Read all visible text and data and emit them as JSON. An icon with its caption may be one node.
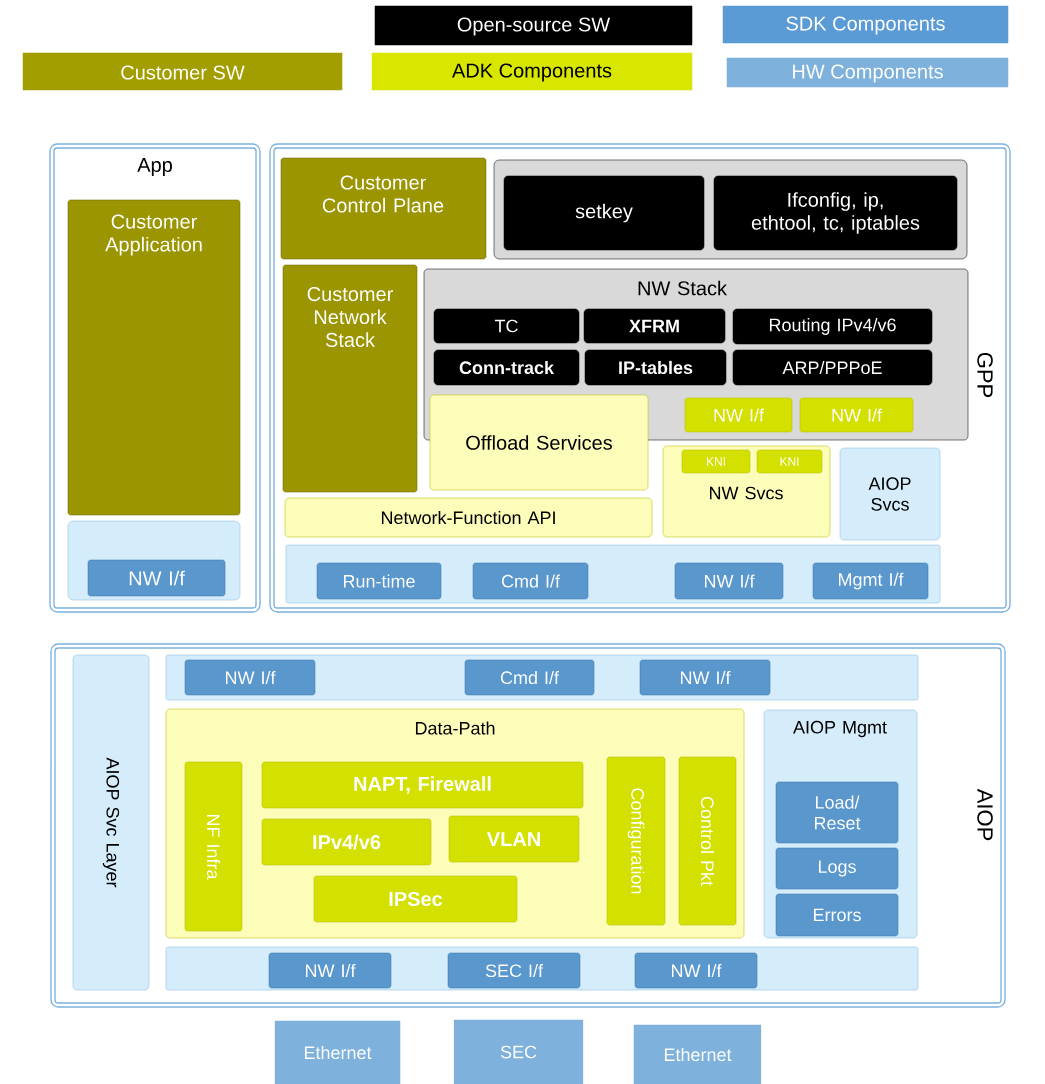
{
  "diagram": {
    "nodes": [
      {
        "text": [
          "App"
        ]
      },
      {
        "text": [
          "Customer Application"
        ],
        "in": 0
      },
      {
        "text": [],
        "shape": "box",
        "in": 0
      },
      {
        "text": [
          "NW I/f"
        ],
        "in": 2
      },
      {
        "text": [
          "GPP"
        ]
      },
      {
        "text": [
          "Customer Control Plane"
        ],
        "in": 4
      },
      {
        "text": [],
        "shape": "box",
        "in": 4
      },
      {
        "text": [
          "setkey"
        ],
        "in": 6
      },
      {
        "text": [
          "Ifconfig, ip, ethtool, tc, iptables"
        ],
        "in": 6
      },
      {
        "text": [
          "Customer Network Stack"
        ],
        "in": 4
      },
      {
        "text": [
          "NW Stack"
        ],
        "in": 4
      },
      {
        "text": [
          "TC"
        ],
        "in": 10
      },
      {
        "text": [
          "XFRM"
        ],
        "in": 10
      },
      {
        "text": [
          "Routing IPv4/v6"
        ],
        "in": 10
      },
      {
        "text": [
          "Conn-track"
        ],
        "in": 10
      },
      {
        "text": [
          "IP-tables"
        ],
        "in": 10
      },
      {
        "text": [
          "ARP/PPPoE"
        ],
        "in": 10
      },
      {
        "text": [
          "Offload Services"
        ],
        "in": 4
      },
      {
        "text": [
          "NW I/f"
        ],
        "in": 10
      },
      {
        "text": [
          "NW I/f"
        ],
        "in": 10
      },
      {
        "text": [
          "Network-Function API"
        ],
        "in": 4
      },
      {
        "text": [
          "NW Svcs"
        ],
        "in": 4
      },
      {
        "text": [
          "KNI"
        ],
        "in": 21
      },
      {
        "text": [
          "KNI"
        ],
        "in": 21
      },
      {
        "text": [
          "AIOP Svcs"
        ],
        "in": 4
      },
      {
        "text": [],
        "shape": "bar",
        "in": 4
      },
      {
        "text": [
          "Run-time"
        ],
        "in": 25
      },
      {
        "text": [
          "Cmd I/f"
        ],
        "in": 25
      },
      {
        "text": [
          "NW I/f"
        ],
        "in": 25
      },
      {
        "text": [
          "Mgmt I/f"
        ],
        "in": 25
      },
      {
        "text": [
          "AIOP"
        ]
      },
      {
        "text": [
          "AIOP Svc Layer"
        ],
        "in": 30
      },
      {
        "text": [],
        "shape": "bar",
        "in": 30
      },
      {
        "text": [
          "NW I/f"
        ],
        "in": 32
      },
      {
        "text": [
          "Cmd I/f"
        ],
        "in": 32
      },
      {
        "text": [
          "NW I/f"
        ],
        "in": 32
      },
      {
        "text": [
          "Data-Path"
        ],
        "in": 30
      },
      {
        "text": [
          "NF Infra"
        ],
        "in": 36
      },
      {
        "text": [
          "NAPT, Firewall"
        ],
        "in": 36
      },
      {
        "text": [
          "IPv4/v6"
        ],
        "in": 36
      },
      {
        "text": [
          "VLAN"
        ],
        "in": 36
      },
      {
        "text": [
          "IPSec"
        ],
        "in": 36
      },
      {
        "text": [
          "Configuration"
        ],
        "in": 36
      },
      {
        "text": [
          "Control Pkt"
        ],
        "in": 36
      },
      {
        "text": [
          "AIOP Mgmt"
        ],
        "in": 30
      },
      {
        "text": [
          "Load/ Reset"
        ],
        "in": 44
      },
      {
        "text": [
          "Logs"
        ],
        "in": 44
      },
      {
        "text": [
          "Errors"
        ],
        "in": 44
      },
      {
        "text": [],
        "shape": "bar",
        "in": 30
      },
      {
        "text": [
          "NW I/f"
        ],
        "in": 48
      },
      {
        "text": [
          "SEC I/f"
        ],
        "in": 48
      },
      {
        "text": [
          "NW I/f"
        ],
        "in": 48
      },
      {
        "text": [
          "Ethernet"
        ]
      },
      {
        "text": [
          "SEC"
        ]
      },
      {
        "text": [
          "Ethernet"
        ]
      }
    ],
    "legend": [
      {
        "text": "Open-source SW",
        "color": "#000000"
      },
      {
        "text": "SDK Components",
        "color": "#5b9bd5"
      },
      {
        "text": "Customer SW",
        "color": "#a39e00"
      },
      {
        "text": "ADK Components",
        "color": "#d9e600"
      },
      {
        "text": "HW Components",
        "color": "#7eb1db"
      }
    ]
  }
}
